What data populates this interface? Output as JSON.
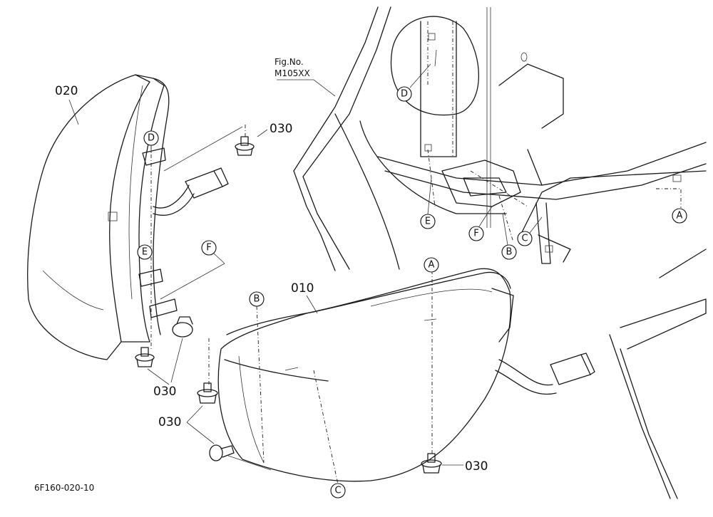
{
  "figure": {
    "fig_label_line1": "Fig.No.",
    "fig_label_line2": "M105XX",
    "drawing_code": "6F160-020-10"
  },
  "parts": {
    "p010": "010",
    "p020": "020",
    "p030_a": "030",
    "p030_b": "030",
    "p030_c": "030",
    "p030_d": "030"
  },
  "refs": {
    "A_top": "A",
    "A_right": "A",
    "B_mid": "B",
    "B_right": "B",
    "C_bottom": "C",
    "C_right": "C",
    "D_left": "D",
    "D_top": "D",
    "E_left": "E",
    "E_mid": "E",
    "F_left": "F",
    "F_mid": "F"
  }
}
